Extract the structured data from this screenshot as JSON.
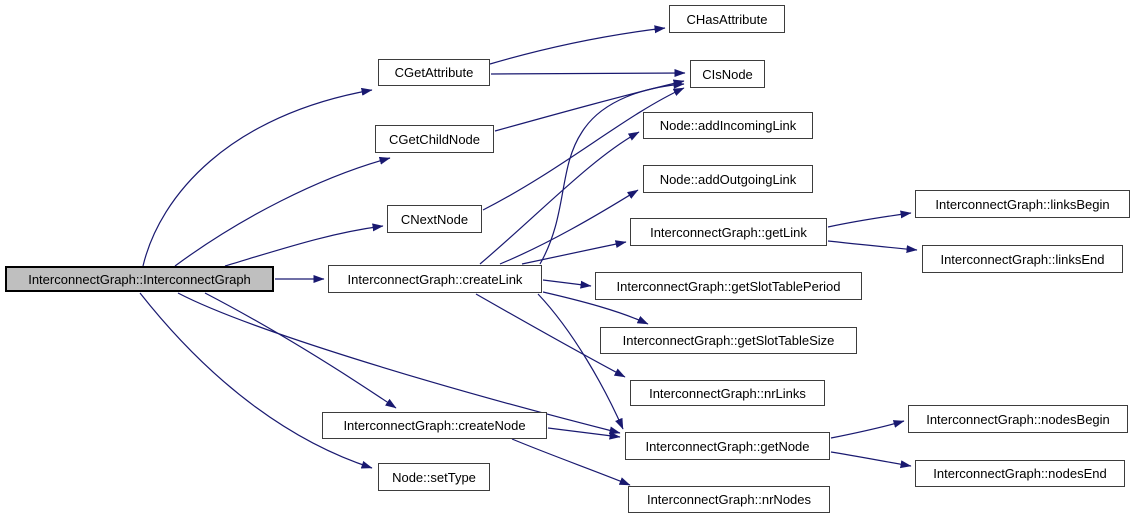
{
  "diagram": {
    "kind": "doxygen-call-graph",
    "edge_color": "#191970",
    "node_fill": "#ffffff",
    "node_border_color": "#3d3d3d",
    "root_fill": "#bfbfbf",
    "root_border_color": "#000000",
    "text_color": "#000000"
  },
  "nodes": {
    "main": {
      "label": "InterconnectGraph::InterconnectGraph"
    },
    "cGetAttribute": {
      "label": "CGetAttribute"
    },
    "cHasAttribute": {
      "label": "CHasAttribute"
    },
    "cIsNode": {
      "label": "CIsNode"
    },
    "cGetChildNode": {
      "label": "CGetChildNode"
    },
    "cNextNode": {
      "label": "CNextNode"
    },
    "addIncomingLink": {
      "label": "Node::addIncomingLink"
    },
    "addOutgoingLink": {
      "label": "Node::addOutgoingLink"
    },
    "getLink": {
      "label": "InterconnectGraph::getLink"
    },
    "linksBegin": {
      "label": "InterconnectGraph::linksBegin"
    },
    "linksEnd": {
      "label": "InterconnectGraph::linksEnd"
    },
    "createLink": {
      "label": "InterconnectGraph::createLink"
    },
    "getSlotTablePeriod": {
      "label": "InterconnectGraph::getSlotTablePeriod"
    },
    "getSlotTableSize": {
      "label": "InterconnectGraph::getSlotTableSize"
    },
    "nrLinks": {
      "label": "InterconnectGraph::nrLinks"
    },
    "createNode": {
      "label": "InterconnectGraph::createNode"
    },
    "getNode": {
      "label": "InterconnectGraph::getNode"
    },
    "nodesBegin": {
      "label": "InterconnectGraph::nodesBegin"
    },
    "nodesEnd": {
      "label": "InterconnectGraph::nodesEnd"
    },
    "setType": {
      "label": "Node::setType"
    },
    "nrNodes": {
      "label": "InterconnectGraph::nrNodes"
    }
  },
  "edges": [
    {
      "from": "main",
      "to": "cGetAttribute"
    },
    {
      "from": "main",
      "to": "cGetChildNode"
    },
    {
      "from": "main",
      "to": "cNextNode"
    },
    {
      "from": "main",
      "to": "createLink"
    },
    {
      "from": "main",
      "to": "createNode"
    },
    {
      "from": "main",
      "to": "getNode"
    },
    {
      "from": "main",
      "to": "setType"
    },
    {
      "from": "cGetAttribute",
      "to": "cHasAttribute"
    },
    {
      "from": "cGetAttribute",
      "to": "cIsNode"
    },
    {
      "from": "cGetChildNode",
      "to": "cIsNode"
    },
    {
      "from": "cNextNode",
      "to": "cIsNode"
    },
    {
      "from": "createLink",
      "to": "cIsNode"
    },
    {
      "from": "createLink",
      "to": "addIncomingLink"
    },
    {
      "from": "createLink",
      "to": "addOutgoingLink"
    },
    {
      "from": "createLink",
      "to": "getLink"
    },
    {
      "from": "createLink",
      "to": "getSlotTablePeriod"
    },
    {
      "from": "createLink",
      "to": "getSlotTableSize"
    },
    {
      "from": "createLink",
      "to": "nrLinks"
    },
    {
      "from": "createLink",
      "to": "getNode"
    },
    {
      "from": "getLink",
      "to": "linksBegin"
    },
    {
      "from": "getLink",
      "to": "linksEnd"
    },
    {
      "from": "createNode",
      "to": "getNode"
    },
    {
      "from": "createNode",
      "to": "nrNodes"
    },
    {
      "from": "getNode",
      "to": "nodesBegin"
    },
    {
      "from": "getNode",
      "to": "nodesEnd"
    }
  ]
}
